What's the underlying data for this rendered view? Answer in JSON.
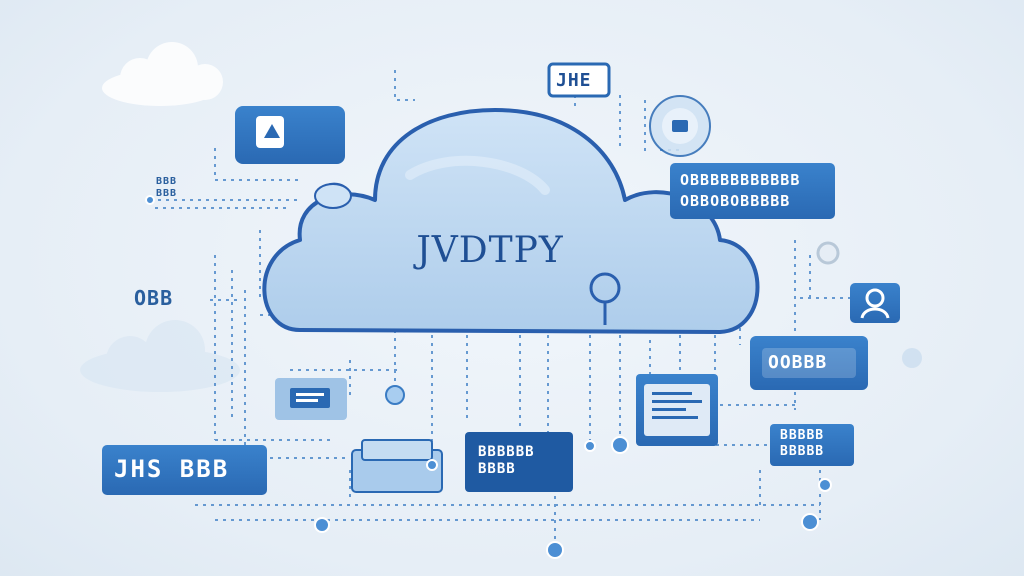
{
  "cloud": {
    "title": "JVDTPY"
  },
  "labels": {
    "top_box": "JHE",
    "right_box": "OBBBBBBBBBBB\nOBBOBOBBBBB",
    "left_badge": "OBB",
    "left_small": "BBB\nBBB",
    "bottom_left": "JHS BBB",
    "right_mid": "OOBBB",
    "right_lower": "BBBBB\nBBBBB",
    "center_bottom": "BBBBBB\nBBBB"
  },
  "colors": {
    "accent": "#2f6fb8",
    "accent_dark": "#1d5aa6",
    "cloud_fill": "#b9d6f0",
    "cloud_stroke": "#2a5fae",
    "dots": "#3a7cc4"
  },
  "icons": {
    "top_left_box": "document-icon",
    "right_top_circle": "node-icon",
    "right_badge": "user-icon",
    "cloud_pin": "pin-icon"
  }
}
